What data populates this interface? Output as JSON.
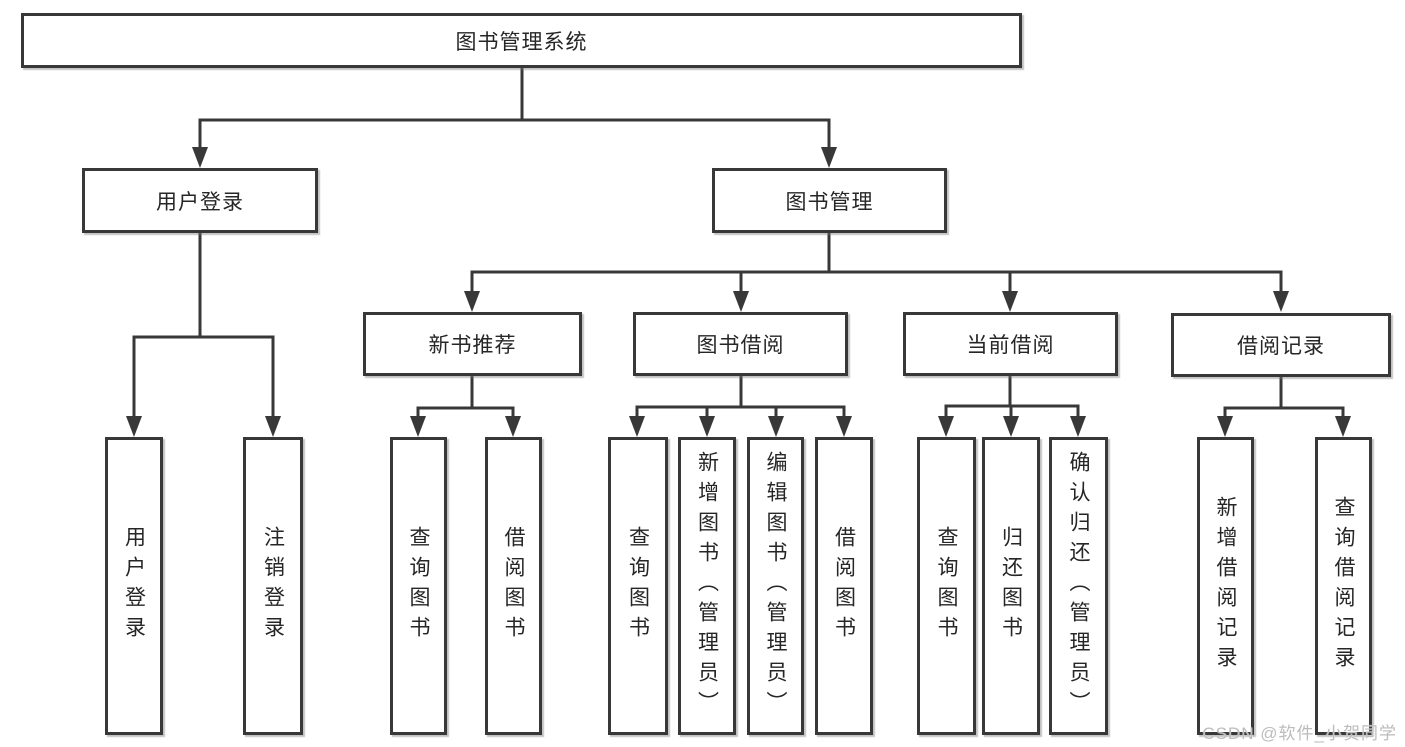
{
  "nodes": {
    "system": "图书管理系统",
    "user_login": "用户登录",
    "book_mgmt": "图书管理",
    "new_book_rec": "新书推荐",
    "book_borrow": "图书借阅",
    "current_borrow": "当前借阅",
    "borrow_records": "借阅记录",
    "login": "用户登录",
    "logout": "注销登录",
    "rec_query": "查询图书",
    "rec_borrow": "借阅图书",
    "borrow_query": "查询图书",
    "borrow_add": "新增图书（管理员）",
    "borrow_edit": "编辑图书（管理员）",
    "borrow_do": "借阅图书",
    "current_query": "查询图书",
    "current_return": "归还图书",
    "current_confirm": "确认归还（管理员）",
    "records_add": "新增借阅记录",
    "records_query": "查询借阅记录"
  },
  "tree": {
    "label": "图书管理系统",
    "children": [
      {
        "label": "用户登录",
        "children": [
          {
            "label": "用户登录"
          },
          {
            "label": "注销登录"
          }
        ]
      },
      {
        "label": "图书管理",
        "children": [
          {
            "label": "新书推荐",
            "children": [
              {
                "label": "查询图书"
              },
              {
                "label": "借阅图书"
              }
            ]
          },
          {
            "label": "图书借阅",
            "children": [
              {
                "label": "查询图书"
              },
              {
                "label": "新增图书（管理员）"
              },
              {
                "label": "编辑图书（管理员）"
              },
              {
                "label": "借阅图书"
              }
            ]
          },
          {
            "label": "当前借阅",
            "children": [
              {
                "label": "查询图书"
              },
              {
                "label": "归还图书"
              },
              {
                "label": "确认归还（管理员）"
              }
            ]
          },
          {
            "label": "借阅记录",
            "children": [
              {
                "label": "新增借阅记录"
              },
              {
                "label": "查询借阅记录"
              }
            ]
          }
        ]
      }
    ]
  },
  "watermark": "CSDN @软件_小贺同学",
  "colors": {
    "line": "#383838",
    "box_border": "#383838",
    "text": "#262626",
    "watermark": "#bcbcbc",
    "background": "#ffffff"
  }
}
